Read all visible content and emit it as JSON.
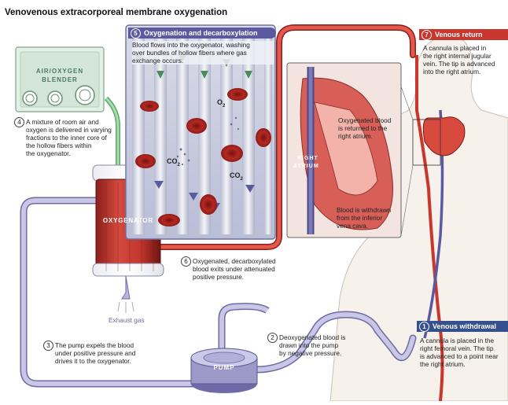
{
  "title": "Venovenous extracorporeal membrane oxygenation",
  "blender": {
    "line1": "AIR/OXYGEN",
    "line2": "BLENDER"
  },
  "steps": {
    "s1": {
      "num": "1",
      "title": "Venous withdrawal",
      "lines": [
        "A cannula is placed in the",
        "right femoral vein. The tip",
        "is advanced to a point near",
        "the right atrium."
      ]
    },
    "s2": {
      "num": "2",
      "lines": [
        "Deoxygenated blood is",
        "drawn into the pump",
        "by negative pressure."
      ]
    },
    "s3": {
      "num": "3",
      "lines": [
        "The pump expels the blood",
        "under positive pressure and",
        "drives it to the oxygenator."
      ]
    },
    "s4": {
      "num": "4",
      "lines": [
        "A mixture of room air and",
        "oxygen is delivered in varying",
        "fractions to the inner core of",
        "the hollow fibers within",
        "the oxygenator."
      ]
    },
    "s5": {
      "num": "5",
      "title": "Oxygenation and decarboxylation",
      "lines": [
        "Blood flows into the oxygenator, washing",
        "over bundles of hollow fibers where gas",
        "exchange occurs."
      ]
    },
    "s6": {
      "num": "6",
      "lines": [
        "Oxygenated, decarboxylated",
        "blood exits under attenuated",
        "positive pressure."
      ]
    },
    "s7": {
      "num": "7",
      "title": "Venous return",
      "lines": [
        "A cannula is placed in",
        "the right internal jugular",
        "vein. The tip is advanced",
        "into the right atrium."
      ]
    }
  },
  "labels": {
    "oxygenator": "OXYGENATOR",
    "pump": "PUMP",
    "exhaust": "Exhaust gas",
    "co2": "CO",
    "co2_sub": "2",
    "o2": "O",
    "o2_sub": "2",
    "right_atrium_1": "RIGHT",
    "right_atrium_2": "ATRIUM",
    "oxy_return": [
      "Oxygenated blood",
      "is returned to the",
      "right atrium."
    ],
    "withdrawn": [
      "Blood is withdrawn",
      "from the inferior",
      "vena cava."
    ]
  },
  "colors": {
    "tubing": "#b9b6dc",
    "tubing_edge": "#6e6aa8",
    "oxygenated": "#c8362e",
    "banner_red": "#c8362e",
    "banner_purple": "#5a5aa0",
    "banner_blue": "#35508e"
  }
}
